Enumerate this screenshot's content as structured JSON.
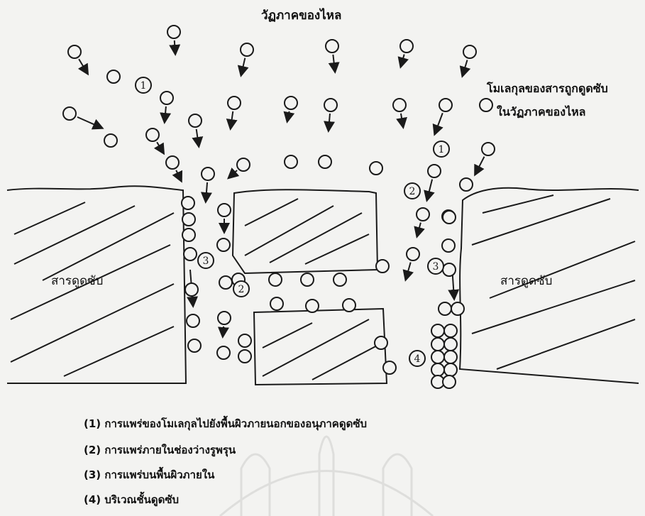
{
  "diagram": {
    "title": "วัฏภาคของไหล",
    "side_label_line1": "โมเลกุลของสารถูกดูดซับ",
    "side_label_line2": "ในวัฏภาคของไหล",
    "adsorbent_left": "สารดูดซับ",
    "adsorbent_right": "สารดูดซับ",
    "markers": [
      "1",
      "1",
      "2",
      "2",
      "3",
      "3",
      "4"
    ]
  },
  "legend": [
    "(1) การแพร่ของโมเลกุลไปยังพื้นผิวภายนอกของอนุภาคดูดซับ",
    "(2) การแพร่ภายในช่องว่างรูพรุน",
    "(3) การแพร่บนพื้นผิวภายใน",
    "(4) บริเวณชั้นดูดซับ"
  ],
  "colors": {
    "ink": "#1a1a1a",
    "paper": "#f3f3f1"
  }
}
